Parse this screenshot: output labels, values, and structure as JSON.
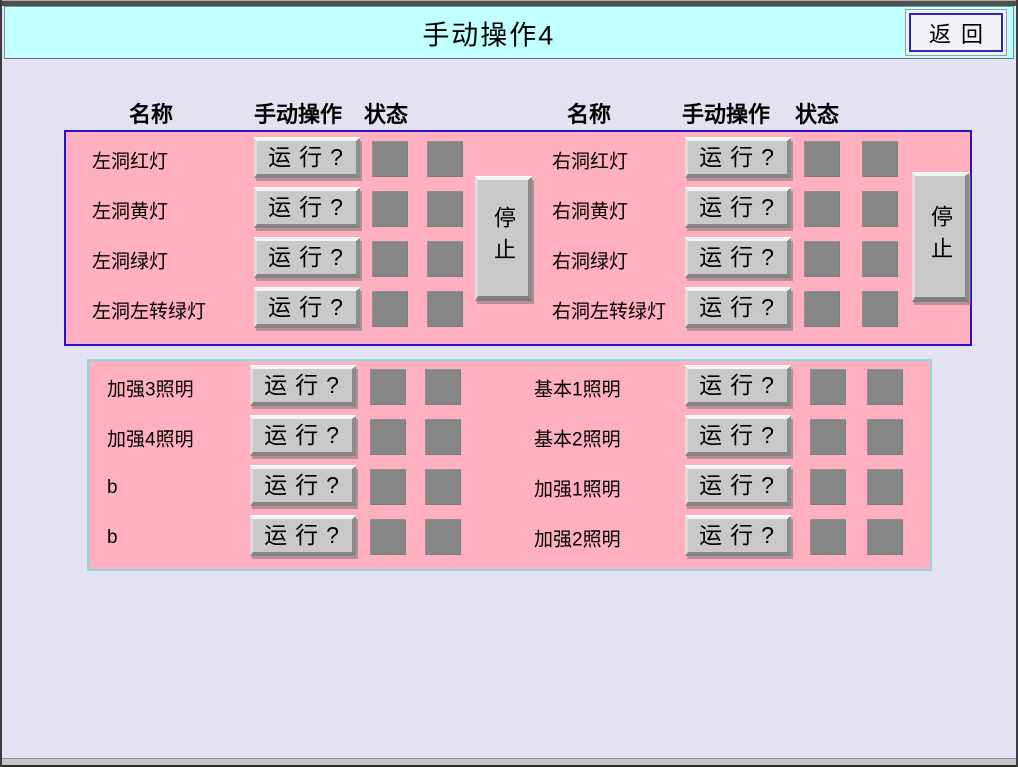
{
  "header": {
    "title": "手动操作4",
    "back_label": "返回"
  },
  "column_headers": {
    "name": "名称",
    "manual_operation": "手动操作",
    "status": "状态"
  },
  "buttons": {
    "run_label": "运行?",
    "stop_label": "停止"
  },
  "panel1": {
    "left": [
      "左洞红灯",
      "左洞黄灯",
      "左洞绿灯",
      "左洞左转绿灯"
    ],
    "right": [
      "右洞红灯",
      "右洞黄灯",
      "右洞绿灯",
      "右洞左转绿灯"
    ]
  },
  "panel2": {
    "left": [
      "加强3照明",
      "加强4照明",
      "b",
      "b"
    ],
    "right": [
      "基本1照明",
      "基本2照明",
      "加强1照明",
      "加强2照明"
    ]
  },
  "colors": {
    "header_bg": "#C2FFFF",
    "page_bg": "#E2E2F2",
    "panel_bg": "#FFB0C0",
    "panel1_border": "#2A12C0",
    "panel2_border": "#8ADADA",
    "status_square": "#868686",
    "button_face": "#C9C9C9"
  }
}
